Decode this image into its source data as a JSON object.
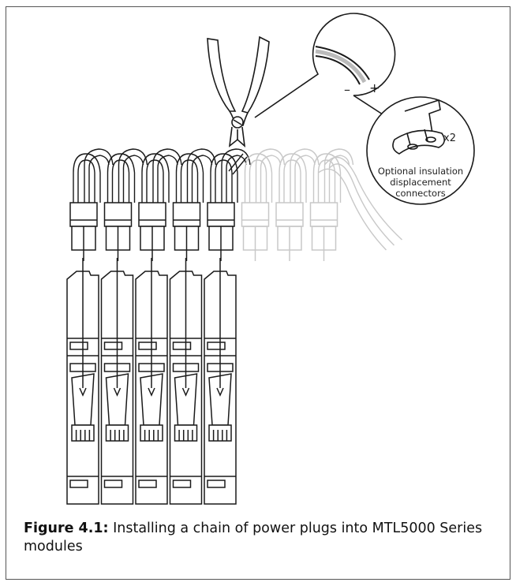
{
  "callout": {
    "minus_sign": "–",
    "plus_sign": "+",
    "multiplier": "x2",
    "connector_label": [
      "Optional insulation",
      "displacement",
      "connectors"
    ]
  },
  "caption": {
    "figure_label": "Figure 4.1:",
    "text": " Installing a chain of power plugs into MTL5000 Series modules"
  },
  "diagram": {
    "modules_count": 5,
    "plugs_connected": 5,
    "plugs_pending": 3,
    "colors": {
      "stroke": "#1a1a1a",
      "faded": "#c8c8c8"
    },
    "icons": [
      "wire-cutter-icon",
      "wire-pair-icon",
      "idc-connector-icon",
      "insertion-arrow-icon"
    ]
  }
}
